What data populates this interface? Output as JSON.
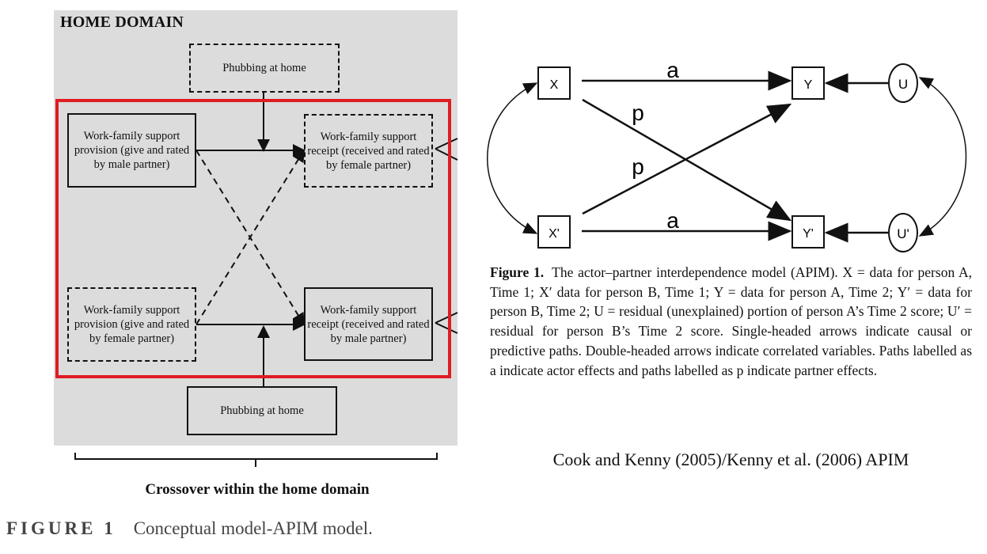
{
  "left_figure": {
    "title": "HOME DOMAIN",
    "top_box": "Phubbing at home",
    "bottom_box": "Phubbing at home",
    "box_male_provision": "Work-family support provision (give and rated by male partner)",
    "box_female_receipt": "Work-family support receipt (received and rated by female partner)",
    "box_female_provision": "Work-family support provision (give and rated by female partner)",
    "box_male_receipt": "Work-family support receipt (received and rated by male partner)",
    "bracket_label": "Crossover within the home domain",
    "figure_label": "FIGURE 1",
    "figure_caption": "Conceptual model-APIM model."
  },
  "right_figure": {
    "nodes": {
      "x": "X",
      "x_prime": "X'",
      "y": "Y",
      "y_prime": "Y'",
      "u": "U",
      "u_prime": "U'"
    },
    "path_labels": {
      "actor_top": "a",
      "actor_bottom": "a",
      "partner_1": "p",
      "partner_2": "p"
    },
    "caption_label": "Figure 1.",
    "caption_text": "The actor–partner interdependence model (APIM). X = data for person A, Time 1; X′ data for person B, Time 1; Y = data for person A, Time 2; Y′ = data for person B, Time 2; U = residual (unexplained) portion of person A’s Time 2 score; U′ = residual for person B’s Time 2 score. Single-headed arrows indicate causal or predictive paths. Double-headed arrows indicate correlated variables. Paths labelled as a indicate actor effects and paths labelled as p indicate partner effects.",
    "citation": "Cook and Kenny (2005)/Kenny et al. (2006) APIM"
  }
}
